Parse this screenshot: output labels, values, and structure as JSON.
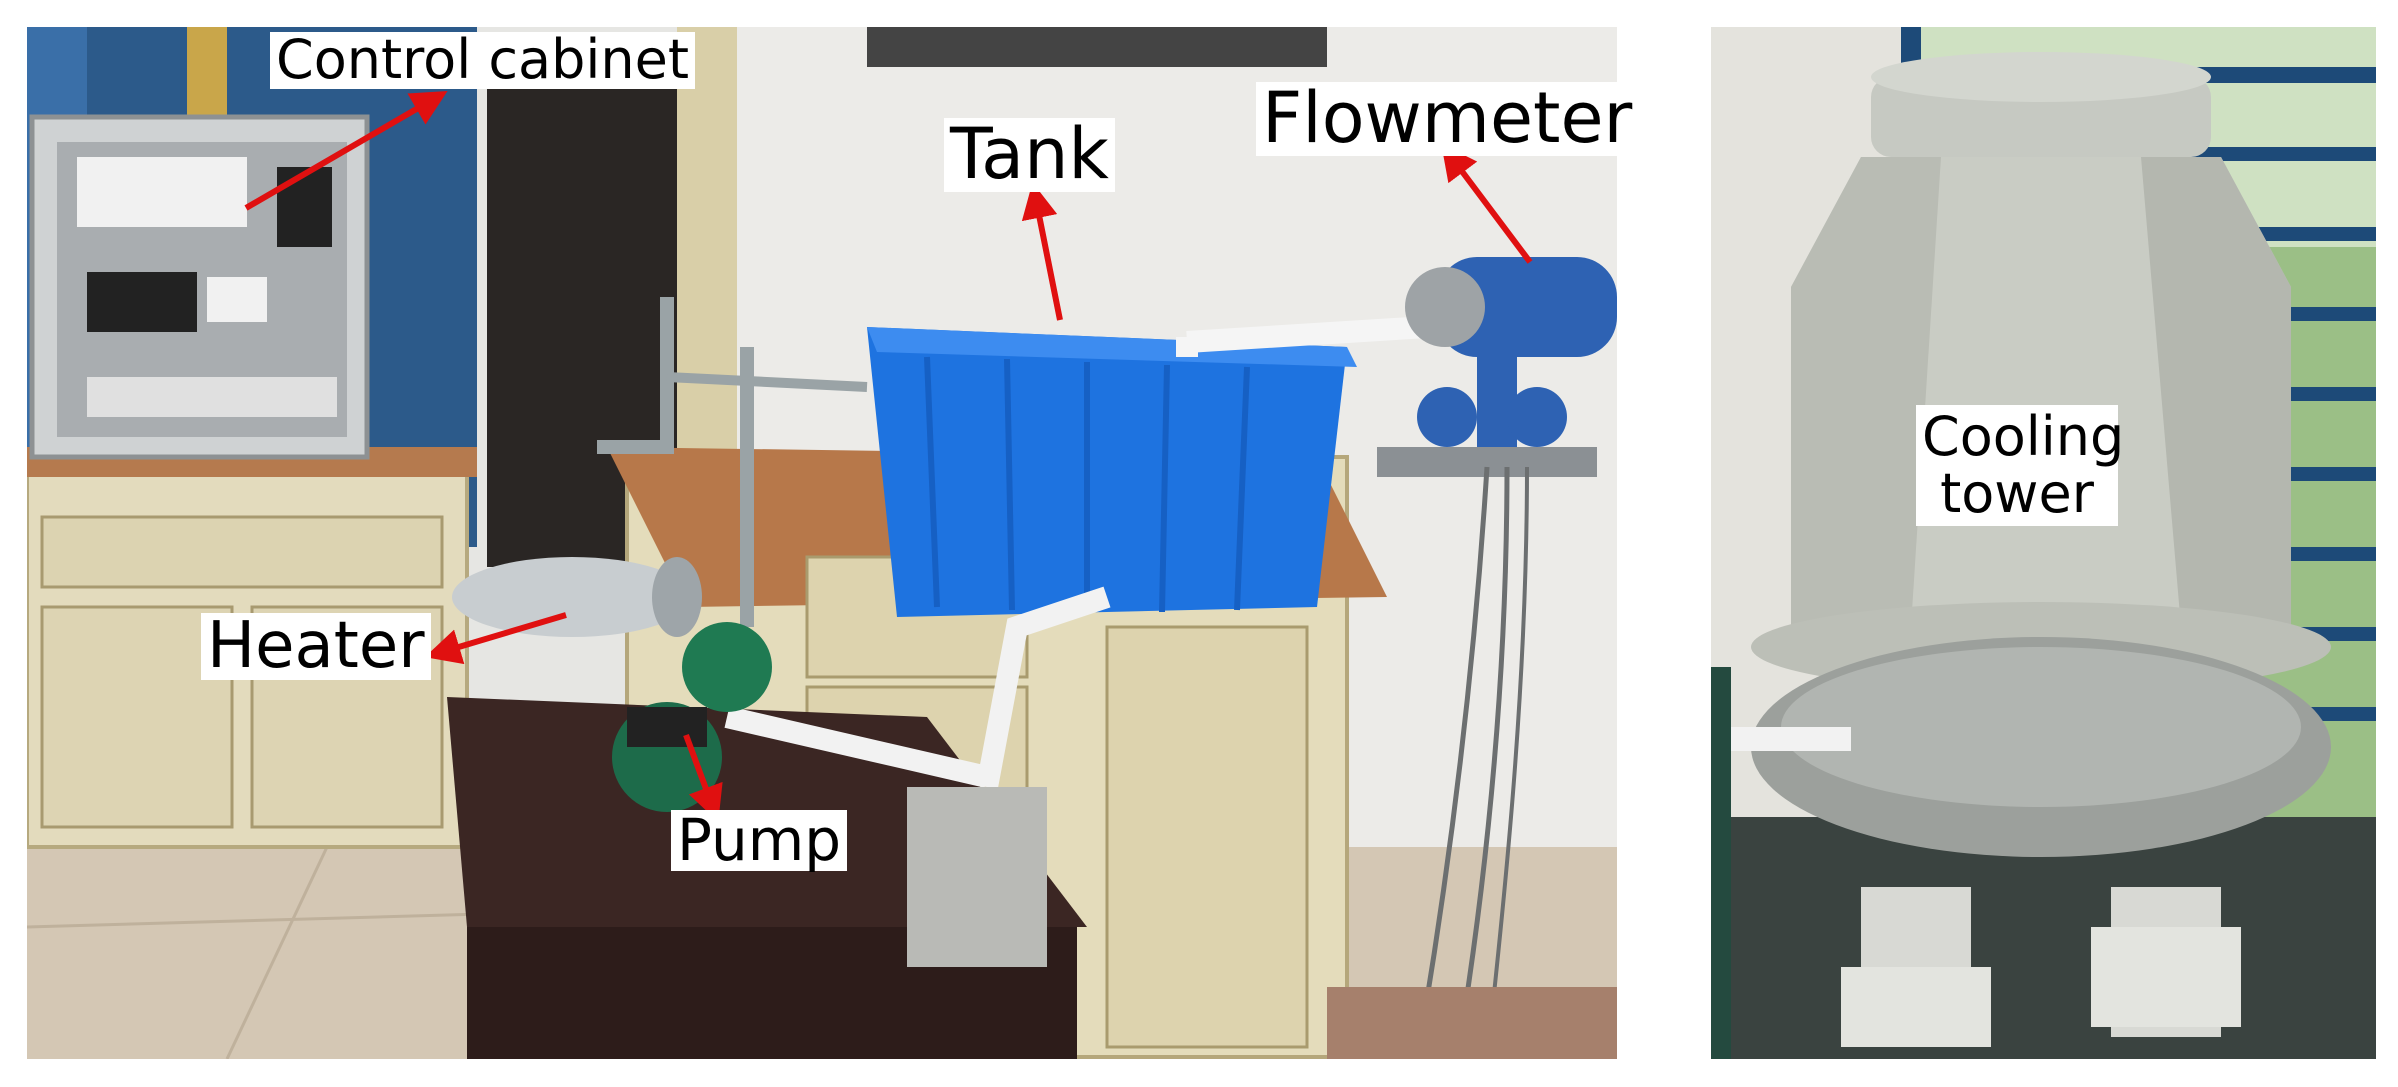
{
  "labels": {
    "control_cabinet": "Control cabinet",
    "tank": "Tank",
    "flowmeter": "Flowmeter",
    "heater": "Heater",
    "pump": "Pump",
    "cooling_tower_line1": "Cooling",
    "cooling_tower_line2": "tower"
  },
  "colors": {
    "arrow": "#e01010",
    "tank": "#1e73e0",
    "wall": "#e9e9e7",
    "cabinet": "#e7e0c4",
    "tower": "#c9ccc4",
    "pump": "#1d6b4a"
  }
}
